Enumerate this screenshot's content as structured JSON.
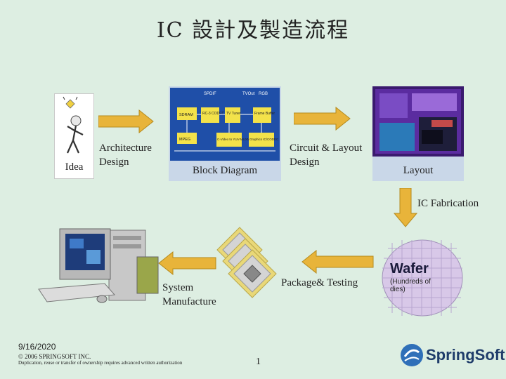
{
  "title": "IC 設計及製造流程",
  "idea": {
    "label": "Idea",
    "question_mark": "?"
  },
  "architecture_design": {
    "line1": "Architecture",
    "line2": "Design"
  },
  "block_diagram": {
    "label": "Block Diagram",
    "blocks": [
      "SDRAM",
      "RC-3 CODEC",
      "TV Tuner",
      "Frame Buffer",
      "MPEG",
      "C-Video to YUV-MUXM",
      "Graphics IC/CODEC",
      "SPDIF",
      "TVOut",
      "RGB"
    ]
  },
  "circuit_layout": {
    "line1": "Circuit & Layout",
    "line2": "Design"
  },
  "layout": {
    "label": "Layout"
  },
  "ic_fabrication": {
    "label": "IC Fabrication"
  },
  "wafer": {
    "label": "Wafer",
    "sub1": "(Hundreds of",
    "sub2": "dies)"
  },
  "package_testing": {
    "label": "Package& Testing"
  },
  "system_manufacture": {
    "line1": "System",
    "line2": "Manufacture"
  },
  "footer": {
    "date": "9/16/2020",
    "copyright": "© 2006 SPRINGSOFT INC.",
    "notice": "Duplication, reuse or transfer of ownership requires advanced written authorization",
    "page": "1",
    "logo": "SpringSoft"
  },
  "colors": {
    "arrow": "#e8b43a",
    "arrow_edge": "#b58a1c",
    "label_box": "#c9d7e8",
    "background": "#ddeee2"
  }
}
